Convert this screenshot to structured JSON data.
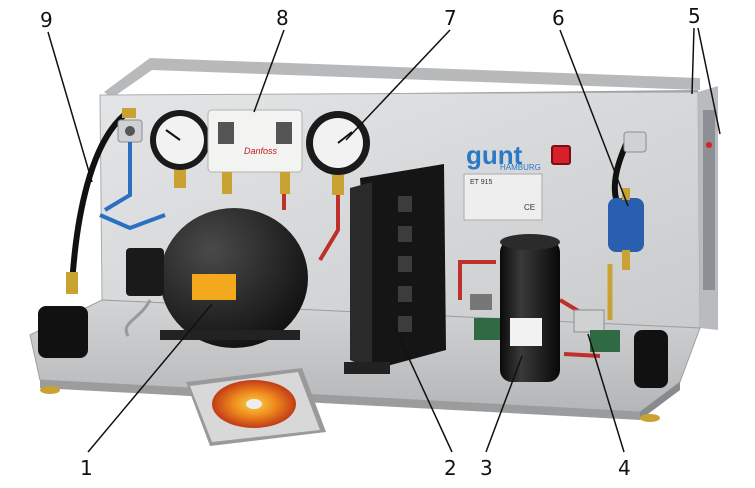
{
  "callouts": {
    "n1": "1",
    "n2": "2",
    "n3": "3",
    "n4": "4",
    "n5": "5",
    "n6": "6",
    "n7": "7",
    "n8": "8",
    "n9": "9"
  },
  "labels": {
    "brand": "gunt",
    "brand_sub": "HAMBURG",
    "model": "ET 915",
    "danfoss": "Danfoss",
    "ce": "CE"
  },
  "icons": [
    "pressure-gauge",
    "pressure-switch",
    "compressor",
    "condenser-fan",
    "receiver-tank",
    "filter-drier",
    "solenoid-valve",
    "hose",
    "cd-disc",
    "power-switch"
  ],
  "colors": {
    "frame": "#c9cbcc",
    "panel": "#d6d8d9",
    "base": "#c7c9ca",
    "black": "#141414",
    "brand_blue": "#2a78c8",
    "red_switch": "#d8202a",
    "copper": "#b87333",
    "brass": "#c9a233",
    "filter_blue": "#2a5fb0"
  }
}
